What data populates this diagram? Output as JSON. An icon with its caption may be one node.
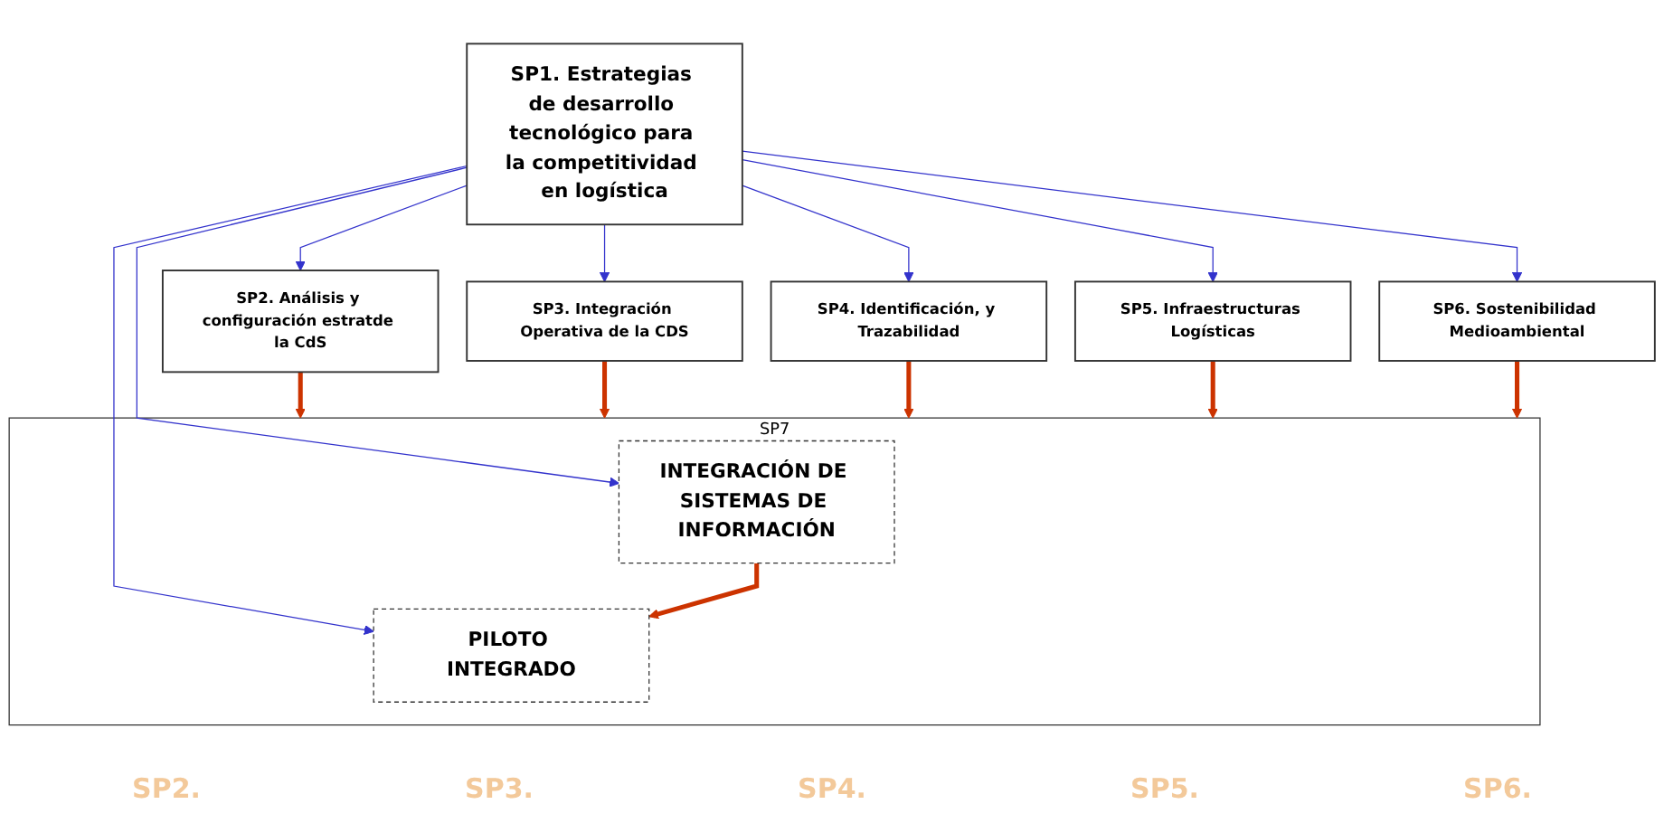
{
  "diagram": {
    "nodes": [
      {
        "text": [
          "SP1. Estrategias de desarrollo tecnológico para la competitividad en logística"
        ]
      },
      {
        "text": [
          "SP2. Análisis y configuración estratde la CdS"
        ]
      },
      {
        "text": [
          "SP3. Integración Operativa de la CDS"
        ]
      },
      {
        "text": [
          "SP4. Identificación, y Trazabilidad"
        ]
      },
      {
        "text": [
          "SP5. Infraestructuras Logísticas"
        ]
      },
      {
        "text": [
          "SP6. Sostenibilidad Medioambiental"
        ]
      },
      {
        "text": [
          "SP7"
        ]
      },
      {
        "text": [
          "INTEGRACIÓN DE SISTEMAS DE INFORMACIÓN"
        ],
        "in": 6
      },
      {
        "text": [
          "PILOTO INTEGRADO"
        ],
        "in": 6
      }
    ],
    "edges": [
      {
        "from": 0,
        "to": 1,
        "arrow": "to"
      },
      {
        "from": 0,
        "to": 2,
        "arrow": "to"
      },
      {
        "from": 0,
        "to": 3,
        "arrow": "to"
      },
      {
        "from": 0,
        "to": 4,
        "arrow": "to"
      },
      {
        "from": 0,
        "to": 5,
        "arrow": "to"
      },
      {
        "from": 0,
        "to": 7,
        "arrow": "to"
      },
      {
        "from": 0,
        "to": 8,
        "arrow": "to"
      },
      {
        "from": 1,
        "to": 6,
        "arrow": "to",
        "style": "thick",
        "color": "#cc3300"
      },
      {
        "from": 2,
        "to": 6,
        "arrow": "to",
        "style": "thick",
        "color": "#cc3300"
      },
      {
        "from": 3,
        "to": 6,
        "arrow": "to",
        "style": "thick",
        "color": "#cc3300"
      },
      {
        "from": 4,
        "to": 6,
        "arrow": "to",
        "style": "thick",
        "color": "#cc3300"
      },
      {
        "from": 5,
        "to": 6,
        "arrow": "to",
        "style": "thick",
        "color": "#cc3300"
      },
      {
        "from": 7,
        "to": 8,
        "arrow": "to",
        "style": "thick",
        "color": "#cc3300"
      }
    ],
    "labels": [
      "SP2.",
      "SP3.",
      "SP4.",
      "SP5.",
      "SP6."
    ]
  }
}
